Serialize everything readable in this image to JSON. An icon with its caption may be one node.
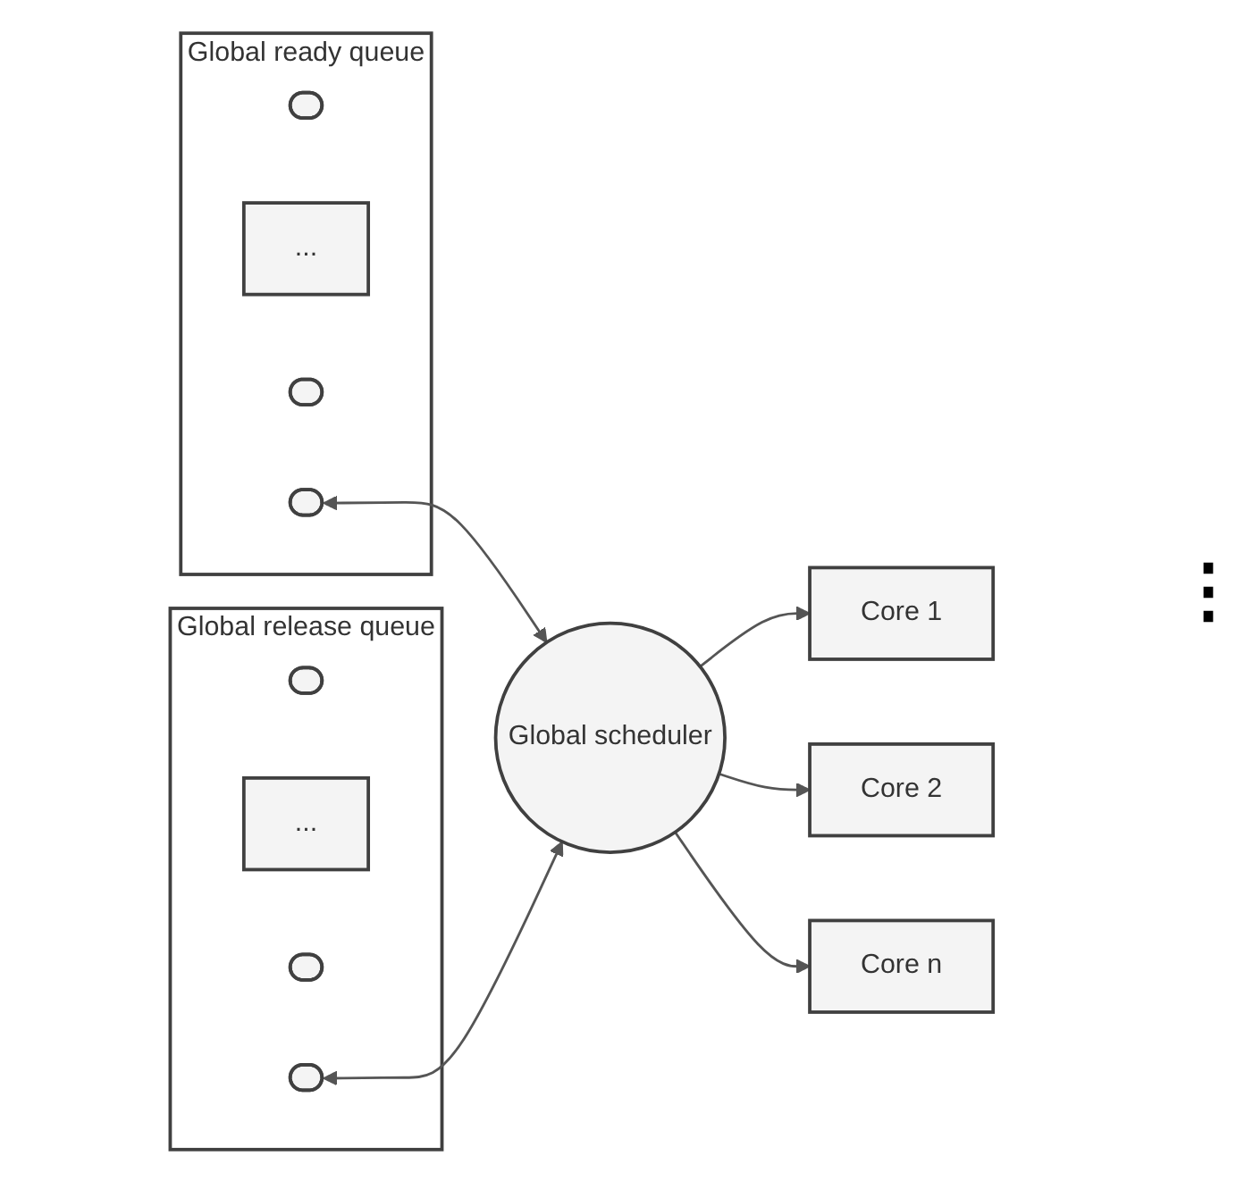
{
  "diagram": {
    "nodes": [
      {
        "text": [
          "Global ready queue"
        ]
      },
      {
        "text": [],
        "shape": "ellipse",
        "in": 0
      },
      {
        "text": [
          "..."
        ],
        "in": 0
      },
      {
        "text": [],
        "shape": "ellipse",
        "in": 0
      },
      {
        "text": [],
        "shape": "ellipse",
        "in": 0
      },
      {
        "text": [
          "Global release queue"
        ]
      },
      {
        "text": [],
        "shape": "ellipse",
        "in": 5
      },
      {
        "text": [
          "..."
        ],
        "in": 5
      },
      {
        "text": [],
        "shape": "ellipse",
        "in": 5
      },
      {
        "text": [],
        "shape": "ellipse",
        "in": 5
      },
      {
        "text": [
          "Global scheduler"
        ]
      },
      {
        "text": [
          "Core 1"
        ]
      },
      {
        "text": [
          "Core 2"
        ]
      },
      {
        "text": [
          "Core n"
        ]
      }
    ],
    "edges": [
      {
        "from": 4,
        "to": 10,
        "arrow": "both"
      },
      {
        "from": 9,
        "to": 10,
        "arrow": "both"
      },
      {
        "from": 10,
        "to": 11,
        "arrow": "to"
      },
      {
        "from": 10,
        "to": 12,
        "arrow": "to"
      },
      {
        "from": 10,
        "to": 13,
        "arrow": "to"
      }
    ],
    "labels": [
      "⋮"
    ]
  }
}
